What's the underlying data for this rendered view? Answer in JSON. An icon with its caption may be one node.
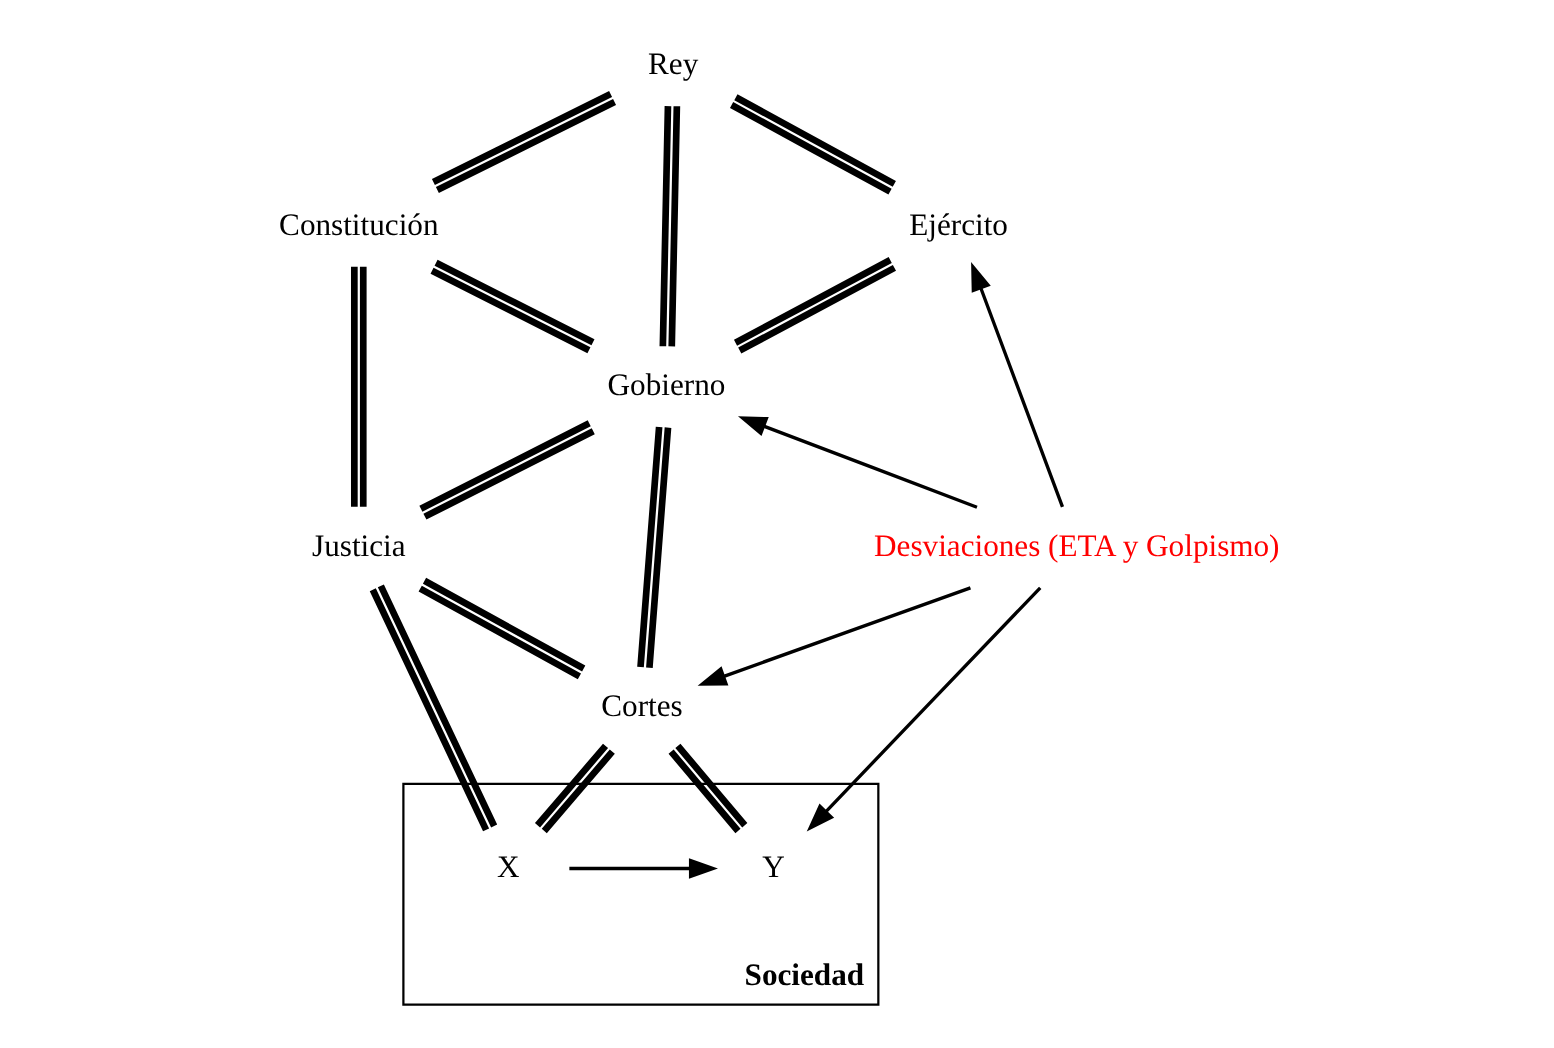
{
  "diagram": {
    "nodes": [
      {
        "text": [
          "Rey"
        ]
      },
      {
        "text": [
          "Constitución"
        ]
      },
      {
        "text": [
          "Ejército"
        ]
      },
      {
        "text": [
          "Gobierno"
        ]
      },
      {
        "text": [
          "Justicia"
        ]
      },
      {
        "text": [
          "Desviaciones (ETA y Golpismo)"
        ]
      },
      {
        "text": [
          "Cortes"
        ]
      },
      {
        "text": [
          "Sociedad"
        ]
      },
      {
        "text": [
          "X"
        ],
        "in": 7
      },
      {
        "text": [
          "Y"
        ],
        "in": 7
      }
    ],
    "edges": [
      {
        "from": 0,
        "to": 1,
        "arrow": "none"
      },
      {
        "from": 0,
        "to": 3,
        "arrow": "none"
      },
      {
        "from": 0,
        "to": 2,
        "arrow": "none"
      },
      {
        "from": 1,
        "to": 3,
        "arrow": "none"
      },
      {
        "from": 2,
        "to": 3,
        "arrow": "none"
      },
      {
        "from": 1,
        "to": 4,
        "arrow": "none"
      },
      {
        "from": 3,
        "to": 4,
        "arrow": "none"
      },
      {
        "from": 3,
        "to": 6,
        "arrow": "none"
      },
      {
        "from": 4,
        "to": 6,
        "arrow": "none"
      },
      {
        "from": 4,
        "to": 8,
        "arrow": "none"
      },
      {
        "from": 6,
        "to": 8,
        "arrow": "none"
      },
      {
        "from": 6,
        "to": 9,
        "arrow": "none"
      },
      {
        "from": 5,
        "to": 2,
        "arrow": "to"
      },
      {
        "from": 5,
        "to": 3,
        "arrow": "to"
      },
      {
        "from": 5,
        "to": 6,
        "arrow": "to"
      },
      {
        "from": 5,
        "to": 9,
        "arrow": "to"
      },
      {
        "from": 8,
        "to": 9,
        "arrow": "to"
      }
    ]
  }
}
